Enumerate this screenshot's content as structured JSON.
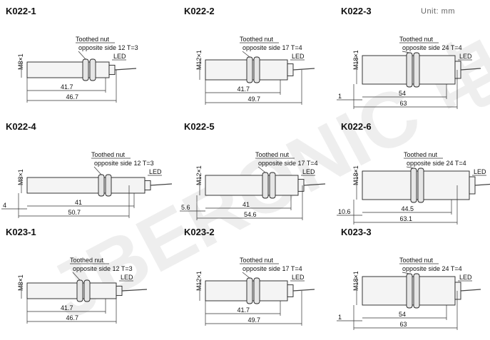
{
  "unit_label": "Unit: mm",
  "watermark_text": "JBERONIC 电子",
  "sensors": [
    {
      "model": "K022-1",
      "thread": "M8×1",
      "nut_label": "Toothed nut",
      "nut_spec": "opposite side 12 T=3",
      "led_label": "LED",
      "dims": [
        "41.7",
        "46.7"
      ],
      "offset": ""
    },
    {
      "model": "K022-2",
      "thread": "M12×1",
      "nut_label": "Toothed nut",
      "nut_spec": "opposite side 17 T=4",
      "led_label": "LED",
      "dims": [
        "41.7",
        "49.7"
      ],
      "offset": ""
    },
    {
      "model": "K022-3",
      "thread": "M18×1",
      "nut_label": "Toothed nut",
      "nut_spec": "opposite side 24 T=4",
      "led_label": "LED",
      "dims": [
        "54",
        "63"
      ],
      "offset": "1"
    },
    {
      "model": "K022-4",
      "thread": "M8×1",
      "nut_label": "Toothed nut",
      "nut_spec": "opposite side 12 T=3",
      "led_label": "LED",
      "dims": [
        "41",
        "50.7"
      ],
      "offset": "4"
    },
    {
      "model": "K022-5",
      "thread": "M12×1",
      "nut_label": "Toothed nut",
      "nut_spec": "opposite side 17 T=4",
      "led_label": "LED",
      "dims": [
        "41",
        "54.6"
      ],
      "offset": "5.6"
    },
    {
      "model": "K022-6",
      "thread": "M18×1",
      "nut_label": "Toothed nut",
      "nut_spec": "opposite side 24 T=4",
      "led_label": "LED",
      "dims": [
        "44.5",
        "63.1"
      ],
      "offset": "10.6"
    },
    {
      "model": "K023-1",
      "thread": "M8×1",
      "nut_label": "Toothed nut",
      "nut_spec": "opposite side 12 T=3",
      "led_label": "LED",
      "dims": [
        "41.7",
        "46.7"
      ],
      "offset": ""
    },
    {
      "model": "K023-2",
      "thread": "M12×1",
      "nut_label": "Toothed nut",
      "nut_spec": "opposite side 17 T=4",
      "led_label": "LED",
      "dims": [
        "41.7",
        "49.7"
      ],
      "offset": ""
    },
    {
      "model": "K023-3",
      "thread": "M18×1",
      "nut_label": "Toothed nut",
      "nut_spec": "opposite side 24 T=4",
      "led_label": "LED",
      "dims": [
        "54",
        "63"
      ],
      "offset": "1"
    }
  ]
}
